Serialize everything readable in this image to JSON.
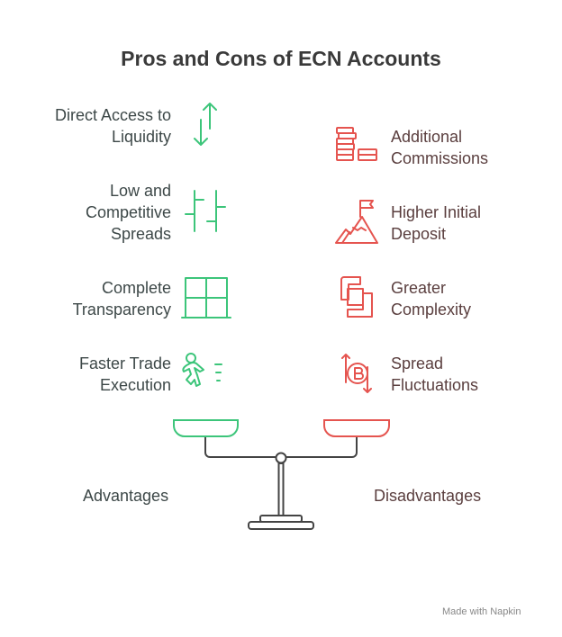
{
  "title": "Pros and Cons of ECN Accounts",
  "advantages": [
    {
      "label": "Direct Access to Liquidity",
      "line1": "Direct Access to",
      "line2": "Liquidity",
      "icon": "up-down-arrows-icon"
    },
    {
      "label": "Low and Competitive Spreads",
      "line1": "Low and",
      "line2": "Competitive",
      "line3": "Spreads",
      "icon": "candlestick-chart-icon"
    },
    {
      "label": "Complete Transparency",
      "line1": "Complete",
      "line2": "Transparency",
      "icon": "window-icon"
    },
    {
      "label": "Faster Trade Execution",
      "line1": "Faster Trade",
      "line2": "Execution",
      "icon": "running-person-icon"
    }
  ],
  "disadvantages": [
    {
      "label": "Additional Commissions",
      "line1": "Additional",
      "line2": "Commissions",
      "icon": "coin-stacks-icon"
    },
    {
      "label": "Higher Initial Deposit",
      "line1": "Higher Initial",
      "line2": "Deposit",
      "icon": "mountain-flag-icon"
    },
    {
      "label": "Greater Complexity",
      "line1": "Greater",
      "line2": "Complexity",
      "icon": "overlapping-squares-icon"
    },
    {
      "label": "Spread Fluctuations",
      "line1": "Spread",
      "line2": "Fluctuations",
      "icon": "bitcoin-fluctuation-icon"
    }
  ],
  "scale": {
    "left_label": "Advantages",
    "right_label": "Disadvantages"
  },
  "colors": {
    "pro": "#3cc57a",
    "con": "#e5544f",
    "beam": "#444444"
  },
  "footer": "Made with Napkin"
}
